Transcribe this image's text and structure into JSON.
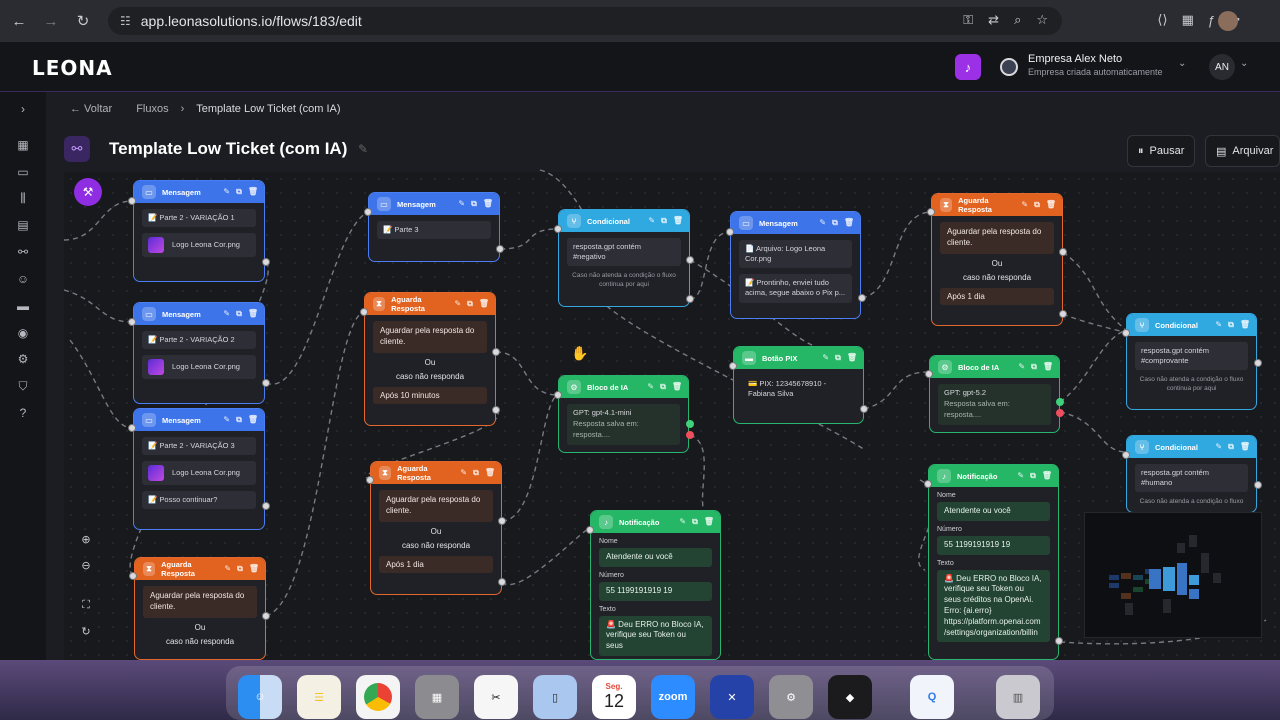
{
  "browser": {
    "url": "app.leonasolutions.io/flows/183/edit"
  },
  "header": {
    "logo": "LEONA",
    "company_name": "Empresa Alex Neto",
    "company_sub": "Empresa criada automaticamente",
    "avatar": "AN"
  },
  "breadcrumb": {
    "back": "← Voltar",
    "flows": "Fluxos",
    "sep": "›",
    "current": "Template Low Ticket (com IA)"
  },
  "page": {
    "title": "Template Low Ticket (com IA)",
    "pause_label": "Pausar",
    "archive_label": "Arquivar"
  },
  "nodes": {
    "msg1": {
      "title": "Mensagem",
      "row1": "📝 Parte 2 - VARIAÇÃO 1",
      "row2": "Logo Leona Cor.png"
    },
    "msg2": {
      "title": "Mensagem",
      "row1": "📝 Parte 2 - VARIAÇÃO 2",
      "row2": "Logo Leona Cor.png"
    },
    "msg3": {
      "title": "Mensagem",
      "row1": "📝 Parte 2 - VARIAÇÃO 3",
      "row2": "Logo Leona Cor.png",
      "row3": "📝 Posso continuar?"
    },
    "wait_bottom": {
      "title": "Aguarda Resposta",
      "box": "Aguardar pela resposta do cliente.",
      "or": "Ou",
      "no_reply": "caso não responda"
    },
    "msg_part3": {
      "title": "Mensagem",
      "row1": "📝 Parte 3"
    },
    "wait_10": {
      "title": "Aguarda Resposta",
      "box": "Aguardar pela resposta do cliente.",
      "or": "Ou",
      "no_reply": "caso não responda",
      "duration": "Após 10 minutos"
    },
    "wait_1d_a": {
      "title": "Aguarda Resposta",
      "box": "Aguardar pela resposta do cliente.",
      "or": "Ou",
      "no_reply": "caso não responda",
      "duration": "Após 1 dia"
    },
    "cond_neg": {
      "title": "Condicional",
      "row1": "resposta.gpt contém #negativo",
      "muted": "Caso não atenda a condição o fluxo continua por aqui"
    },
    "ai_block1": {
      "title": "Bloco de IA",
      "row1": "GPT: gpt-4.1-mini",
      "row2": "Resposta salva em: resposta...."
    },
    "notify1": {
      "title": "Notificação",
      "name_label": "Nome",
      "name": "Atendente ou você",
      "number_label": "Número",
      "number": "55 1199191919 19",
      "text_label": "Texto",
      "text": "🚨 Deu ERRO no Bloco IA, verifique seu Token ou seus"
    },
    "msg_logo": {
      "title": "Mensagem",
      "row1": "📄 Arquivo: Logo Leona Cor.png",
      "row2": "📝 Prontinho, enviei tudo acima, segue abaixo o Pix p..."
    },
    "pix": {
      "title": "Botão PIX",
      "row1": "💳 PIX: 12345678910 - Fabiana Silva"
    },
    "wait_1d_b": {
      "title": "Aguarda Resposta",
      "box": "Aguardar pela resposta do cliente.",
      "or": "Ou",
      "no_reply": "caso não responda",
      "duration": "Após 1 dia"
    },
    "ai_block2": {
      "title": "Bloco de IA",
      "row1": "GPT: gpt-5.2",
      "row2": "Resposta salva em: resposta...."
    },
    "notify2": {
      "title": "Notificação",
      "name_label": "Nome",
      "name": "Atendente ou você",
      "number_label": "Número",
      "number": "55 1199191919 19",
      "text_label": "Texto",
      "text": "🚨 Deu ERRO no Bloco IA, verifique seu Token ou seus créditos na OpenAi. Erro: {ai.erro} https://platform.openai.com /settings/organization/billin"
    },
    "cond_comp": {
      "title": "Condicional",
      "row1": "resposta.gpt contém #comprovante",
      "muted": "Caso não atenda a condição o fluxo continua por aqui"
    },
    "cond_human": {
      "title": "Condicional",
      "row1": "resposta.gpt contém #humano",
      "muted": "Caso não atenda a condição o fluxo"
    }
  },
  "dock": {
    "calendar_month": "Seg.",
    "calendar_day": "12",
    "zoom": "zoom"
  }
}
